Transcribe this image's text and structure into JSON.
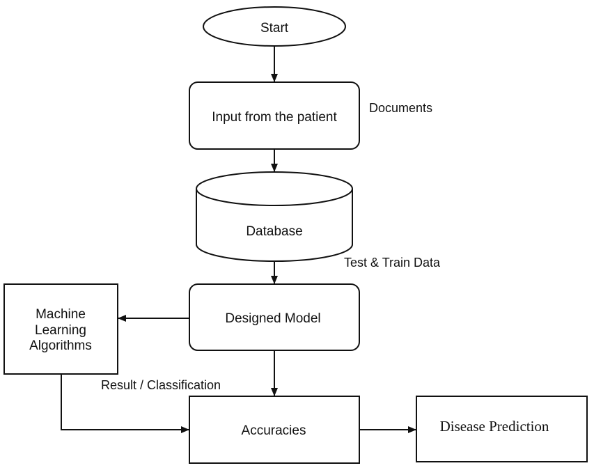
{
  "nodes": {
    "start": "Start",
    "input": "Input from the patient",
    "database": "Database",
    "model": "Designed Model",
    "ml_line1": "Machine",
    "ml_line2": "Learning",
    "ml_line3": "Algorithms",
    "accuracies": "Accuracies",
    "prediction": "Disease Prediction"
  },
  "annotations": {
    "documents": "Documents",
    "test_train": "Test & Train Data",
    "result": "Result / Classification"
  },
  "colors": {
    "stroke": "#111111",
    "background": "#ffffff"
  }
}
